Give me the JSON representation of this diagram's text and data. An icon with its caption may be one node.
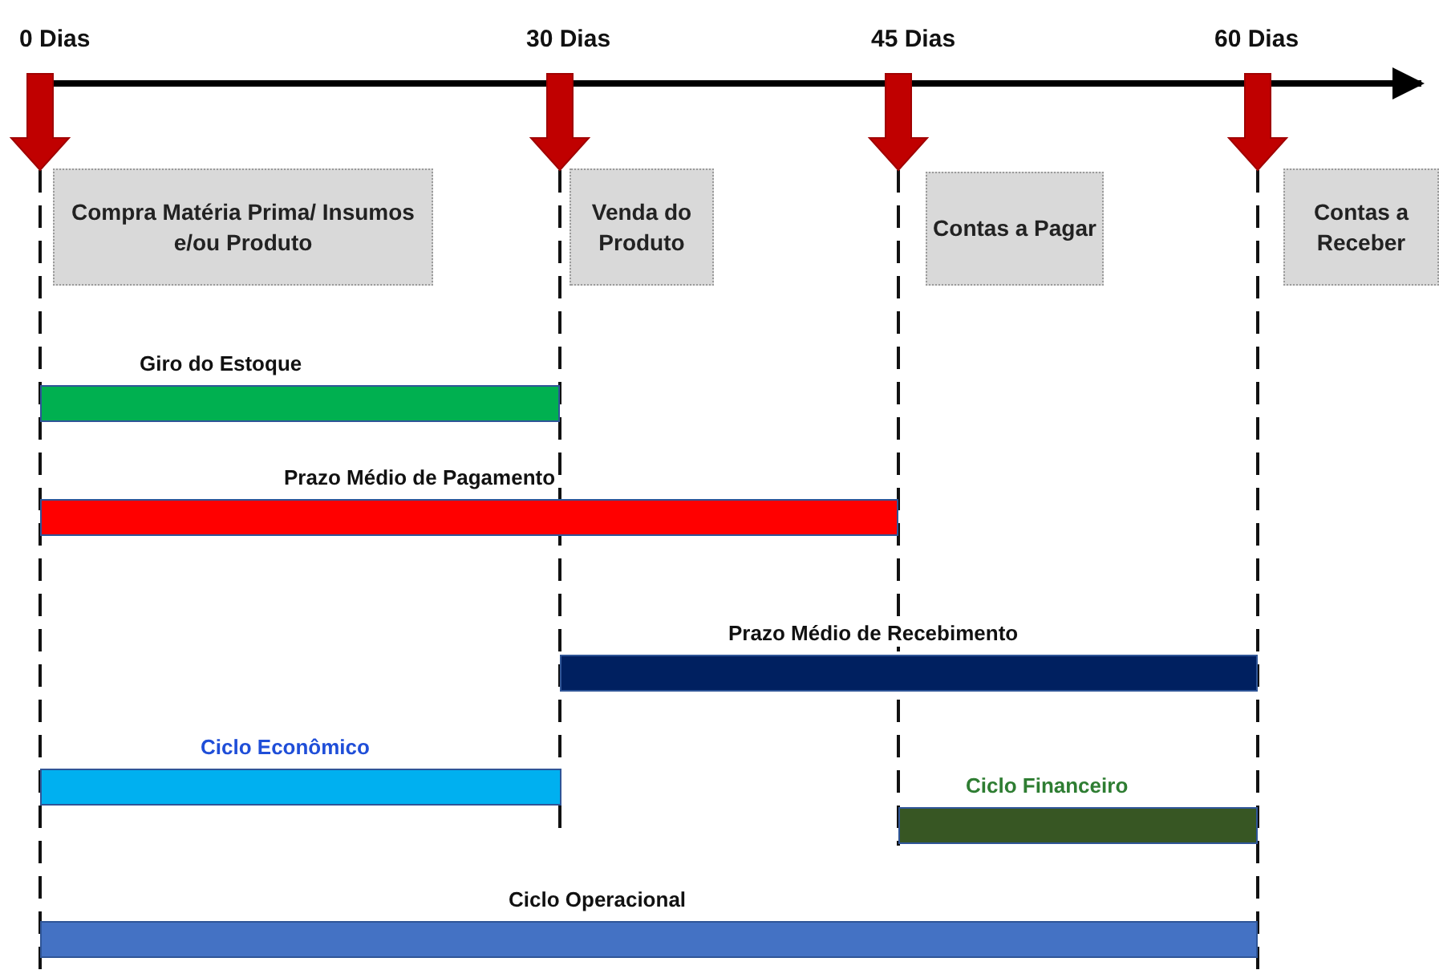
{
  "diagram": {
    "nodes": [
      {
        "text": [
          "Compra Matéria Prima/ Insumos e/ou Produto"
        ]
      },
      {
        "text": [
          "Venda do Produto"
        ]
      },
      {
        "text": [
          "Contas a Pagar"
        ]
      },
      {
        "text": [
          "Contas a Receber"
        ]
      },
      {
        "text": [
          "Giro do Estoque"
        ]
      },
      {
        "text": [
          "Prazo Médio de Pagamento"
        ]
      },
      {
        "text": [
          "Prazo Médio de Recebimento"
        ]
      },
      {
        "text": [
          "Ciclo Econômico"
        ]
      },
      {
        "text": [
          "Ciclo Financeiro"
        ]
      },
      {
        "text": [
          "Ciclo Operacional"
        ]
      }
    ],
    "labels": [
      "0 Dias",
      "30 Dias",
      "45 Dias",
      "60 Dias"
    ]
  }
}
